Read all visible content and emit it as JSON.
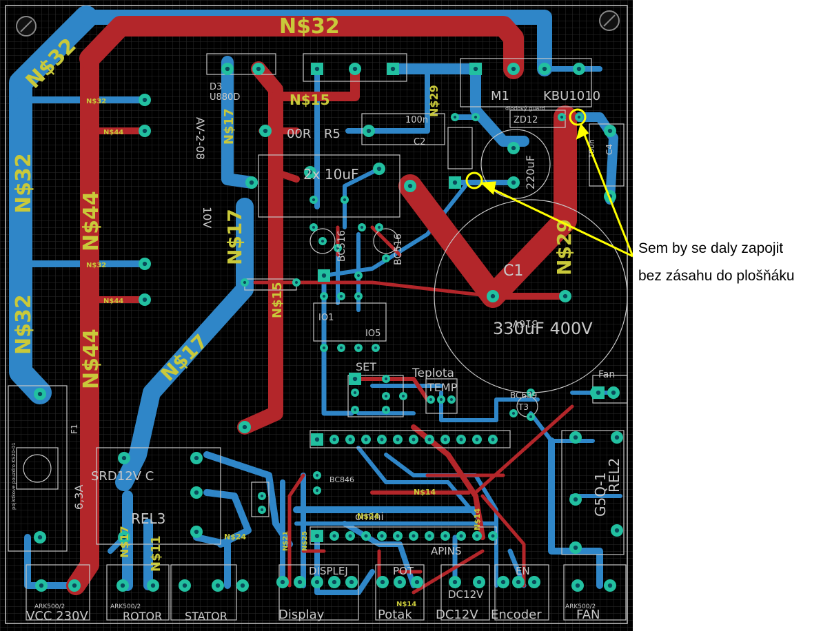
{
  "annotation": {
    "line1": "Sem by se daly zapojit",
    "line2": "bez zásahu do plošňáku",
    "color": "#ffff00"
  },
  "board": {
    "background": "#000000",
    "top_copper_color": "#b3262a",
    "bottom_copper_color": "#2f86c8",
    "pad_color": "#22c0a0",
    "silk_color": "#c8c8c8"
  },
  "nets": {
    "n32": "N$32",
    "n44": "N$44",
    "n17": "N$17",
    "n15": "N$15",
    "n29": "N$29",
    "n14": "N$14",
    "n24": "N$24",
    "n11": "N$11",
    "n25": "N$25",
    "n21": "N$21",
    "top_title": "N$32"
  },
  "components": {
    "d3": "D3",
    "d3_val": "U880D",
    "r5": "R5",
    "r5_val": "00R",
    "c2": "C2",
    "c2_val": "100n",
    "m1": "M1",
    "m1_val": "KBU1010",
    "diode_guard": "diodový guard",
    "zd": "ZD12",
    "c4": "C4",
    "c4_val": "100n",
    "cap_small": "220uF",
    "c1": "C1",
    "c1_val": "330uF 400V",
    "c1_mark": "316V",
    "ic": "2x 10uF",
    "bc1": "BC516",
    "bc2": "BC516",
    "io1": "IO1",
    "io5": "IO5",
    "set": "SET",
    "teplota": "Teplota",
    "temp": "TEMP",
    "t3": "T3",
    "t3_val": "BC639",
    "fan": "Fan",
    "rel3": "REL3",
    "rel3_val": "SRD12V C",
    "rel2": "REL2",
    "rel2_val": "G5Q-1",
    "rel_label": "10V",
    "sv_label": "AV-2-08",
    "bc_bottom": "BC846",
    "apins": "APINS",
    "mini": "omini"
  },
  "connectors": {
    "vcc": "VCC 230V",
    "rotor": "ROTOR",
    "stator": "STATOR",
    "display": "Display",
    "potak": "Potak",
    "dc12v": "DC12V",
    "encoder": "Encoder",
    "fan": "FAN",
    "displej": "DISPLEJ",
    "pot": "POT",
    "en": "EN",
    "ark": "ARK500/2",
    "fuse": "6,3A",
    "fuse_id": "F1",
    "fuse_note": "pojistkove pouzdro KS20-01"
  }
}
